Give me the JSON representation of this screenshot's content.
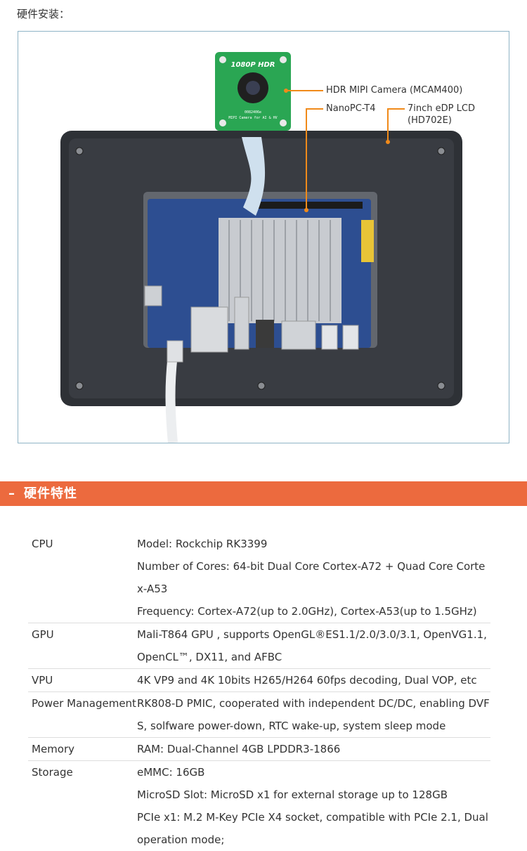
{
  "install_title": "硬件安装：",
  "callouts": {
    "camera": "HDR MIPI Camera (MCAM400)",
    "board": "NanoPC-T4",
    "lcd_line1": "7inch eDP LCD",
    "lcd_line2": "(HD702E)"
  },
  "camera_board": {
    "top_text": "1080P HDR",
    "bottom_text_line1": "0082406e",
    "bottom_text_line2": "MIPI Camera for AI & HV"
  },
  "colors": {
    "accent": "#ec6a3e",
    "callout_line": "#f08a1a",
    "frame_border": "#8fb4c6"
  },
  "section": {
    "dash": "–",
    "title": "硬件特性"
  },
  "specs": [
    {
      "key": "CPU",
      "lines": [
        "Model: Rockchip RK3399",
        "Number of Cores: 64-bit Dual Core Cortex-A72 + Quad Core Cortex-A53",
        "Frequency: Cortex-A72(up to 2.0GHz), Cortex-A53(up to 1.5GHz)"
      ]
    },
    {
      "key": "GPU",
      "lines": [
        "Mali-T864 GPU , supports OpenGL®ES1.1/2.0/3.0/3.1, OpenVG1.1, OpenCL™, DX11, and AFBC"
      ]
    },
    {
      "key": "VPU",
      "lines": [
        "4K VP9 and 4K 10bits H265/H264 60fps decoding, Dual VOP, etc"
      ]
    },
    {
      "key": "Power Management",
      "lines": [
        "RK808-D PMIC, cooperated with independent DC/DC, enabling DVFS, solfware power-down, RTC wake-up, system sleep mode"
      ]
    },
    {
      "key": "Memory",
      "lines": [
        "RAM: Dual-Channel 4GB LPDDR3-1866"
      ]
    },
    {
      "key": "Storage",
      "lines": [
        "eMMC: 16GB",
        "MicroSD Slot: MicroSD x1 for external storage up to 128GB",
        "PCIe x1: M.2 M-Key PCIe X4 socket, compatible with PCIe 2.1, Dual operation mode;"
      ]
    }
  ]
}
